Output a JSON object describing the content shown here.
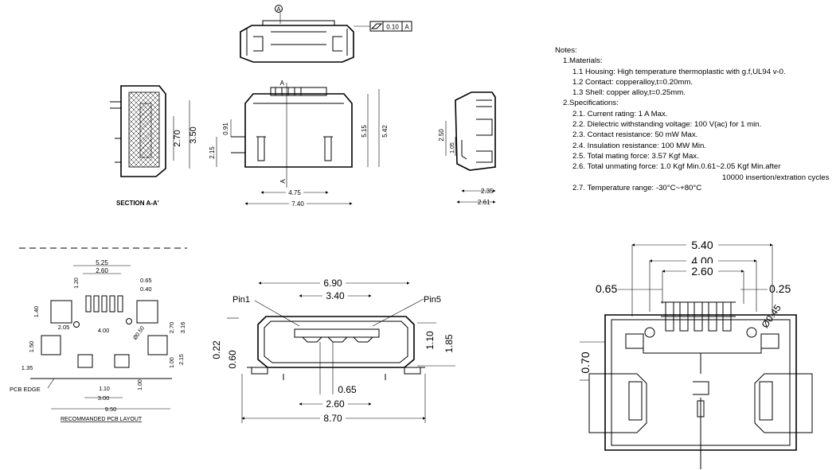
{
  "notes": {
    "title": "Notes:",
    "materials_heading": "1.Materials:",
    "materials": [
      "1.1 Housing: High temperature thermoplastic with g.f,UL94 v-0.",
      "1.2 Contact: copperalloy,t=0.20mm.",
      "1.3 Shell: copper alloy,t=0.25mm."
    ],
    "specs_heading": "2.Specifications:",
    "specs": [
      "2.1. Current rating: 1 A Max.",
      "2.2. Dielectric withstanding voltage: 100 V(ac) for 1 min.",
      "2.3. Contact resistance: 50 mW Max.",
      "2.4. Insulation resistance: 100 MW Min.",
      "2.5. Total mating force: 3.57 Kgf Max.",
      "2.6. Total unmating force: 1.0 Kgf Min.0.61~2.05 Kgf Min.after"
    ],
    "specs_continuation": "10000 insertion/extration cycles",
    "temperature": "2.7. Temperature range: -30°C~+80°C"
  },
  "top_view": {
    "datum": "A",
    "tolerance_value": "0.10",
    "tolerance_datum": "A"
  },
  "front_view": {
    "section_marker": "A",
    "dim_0_91": "0.91",
    "dim_2_15": "2.15",
    "dim_5_15": "5.15",
    "dim_5_42": "5.42",
    "dim_4_75": "4.75",
    "dim_7_40": "7.40"
  },
  "section_view": {
    "dim_2_70": "2.70",
    "dim_3_50": "3.50",
    "caption": "SECTION A-A'"
  },
  "side_view": {
    "dim_2_50": "2.50",
    "dim_1_05": "1.05",
    "dim_2_35": "2.35",
    "dim_2_61": "2.61"
  },
  "pcb_layout": {
    "dim_5_25": "5.25",
    "dim_2_60": "2.60",
    "dim_1_20": "1.20",
    "dim_0_65": "0.65",
    "dim_0_40": "0.40",
    "dim_1_40": "1.40",
    "dim_2_05": "2.05",
    "dim_4_00": "4.00",
    "dim_hole": "Ø0.50",
    "dim_2_70": "2.70",
    "dim_3_16": "3.16",
    "dim_1_50": "1.50",
    "dim_1_35": "1.35",
    "dim_1_00a": "1.00",
    "dim_2_15": "2.15",
    "dim_1_10": "1.10",
    "dim_1_00b": "1.00",
    "dim_3_00": "3.00",
    "dim_9_50": "9.50",
    "pcb_edge": "PCB EDGE",
    "caption": "RECOMMANDED PCB LAYOUT"
  },
  "port_view": {
    "pin1": "Pin1",
    "pin5": "Pin5",
    "dim_6_90": "6.90",
    "dim_3_40": "3.40",
    "dim_0_22": "0.22",
    "dim_0_60": "0.60",
    "dim_1_10": "1.10",
    "dim_1_85": "1.85",
    "dim_0_65": "0.65",
    "dim_2_60": "2.60",
    "dim_8_70": "8.70"
  },
  "bottom_view": {
    "dim_5_40": "5.40",
    "dim_4_00": "4.00",
    "dim_2_60": "2.60",
    "dim_0_65": "0.65",
    "dim_0_25": "0.25",
    "dim_0_45": "Ø0.45",
    "dim_0_70": "0.70"
  }
}
